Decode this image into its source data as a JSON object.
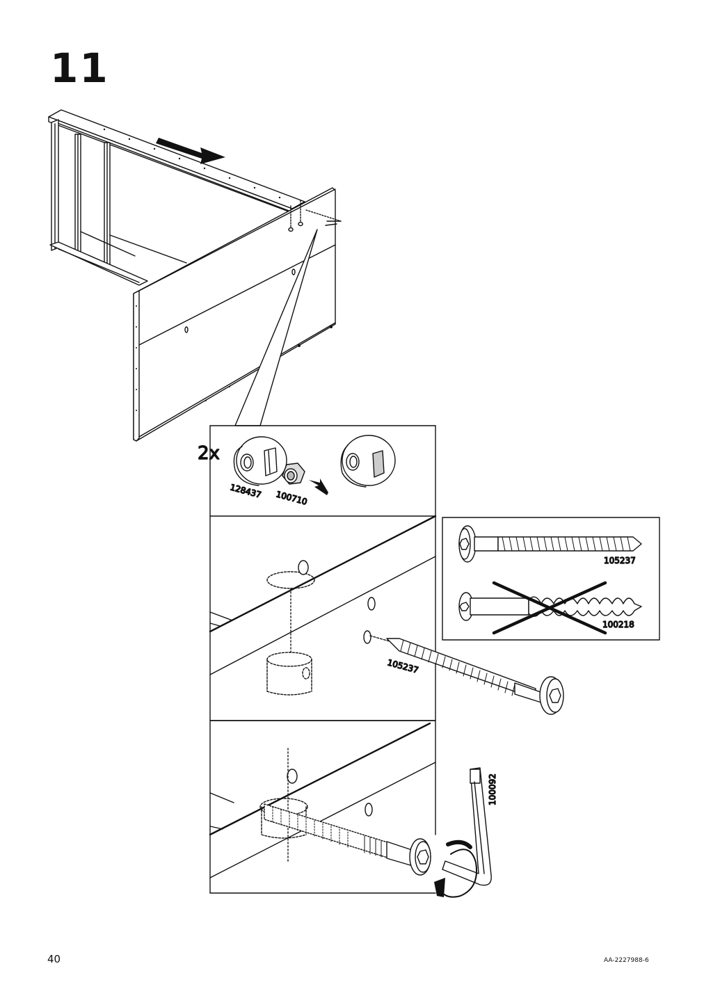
{
  "page": {
    "step_number": "11",
    "page_number": "40",
    "doc_code": "AA-2227988-6"
  },
  "callout": {
    "quantity": "2x",
    "part_cam": "128437",
    "part_nut": "100710"
  },
  "screw_panel": {
    "correct_screw": "105237",
    "wrong_screw": "100218"
  },
  "detail": {
    "screw_label": "105237",
    "allen_key": "100092"
  },
  "icons": [
    "arrow-right-icon",
    "arrow-insert-icon",
    "rotate-icon",
    "cross-icon"
  ]
}
